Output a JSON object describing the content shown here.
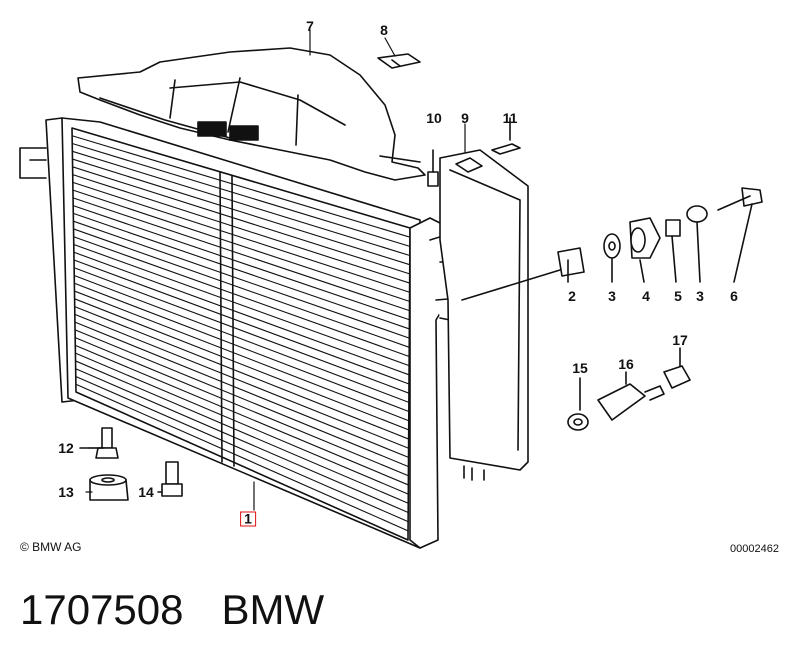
{
  "callouts": [
    {
      "id": "1",
      "label": "1",
      "selected": true
    },
    {
      "id": "2",
      "label": "2"
    },
    {
      "id": "3a",
      "label": "3"
    },
    {
      "id": "4",
      "label": "4"
    },
    {
      "id": "5",
      "label": "5"
    },
    {
      "id": "3b",
      "label": "3"
    },
    {
      "id": "6",
      "label": "6"
    },
    {
      "id": "7",
      "label": "7"
    },
    {
      "id": "8",
      "label": "8"
    },
    {
      "id": "9",
      "label": "9"
    },
    {
      "id": "10",
      "label": "10"
    },
    {
      "id": "11",
      "label": "11"
    },
    {
      "id": "12",
      "label": "12"
    },
    {
      "id": "13",
      "label": "13"
    },
    {
      "id": "14",
      "label": "14"
    },
    {
      "id": "15",
      "label": "15"
    },
    {
      "id": "16",
      "label": "16"
    },
    {
      "id": "17",
      "label": "17"
    }
  ],
  "copyright": "© BMW AG",
  "diagram_number": "00002462",
  "footer": {
    "part_number": "1707508",
    "brand": "BMW"
  },
  "colors": {
    "line": "#111111",
    "selection": "#e01010"
  }
}
